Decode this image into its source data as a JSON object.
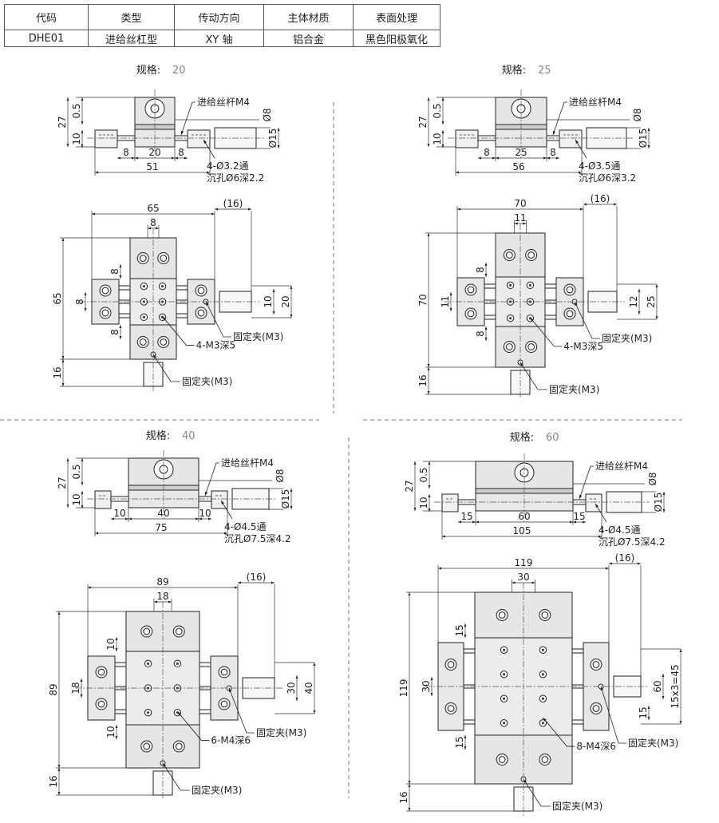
{
  "table": {
    "headers": [
      "代码",
      "类型",
      "传动方向",
      "主体材质",
      "表面处理"
    ],
    "row": [
      "DHE01",
      "进给丝杠型",
      "XY 轴",
      "铝合金",
      "黑色阳极氧化"
    ]
  },
  "spec_label": "规格:",
  "sizes": [
    {
      "size": "20",
      "top": {
        "h_total": "27",
        "h_a": "0.5",
        "h_b": "10",
        "d_shaft": "Ø8",
        "d_knob": "Ø15",
        "l_side": "8",
        "l_mid": "20",
        "l_total": "51",
        "screw": "进给丝杆M4",
        "hole1": "4-Ø3.2通",
        "hole2": "沉孔Ø6深2.2"
      },
      "plan": {
        "width": "65",
        "height": "65",
        "top_pitch": "8",
        "side_pitch": "8",
        "tab_top": "8",
        "tab_bot": "8",
        "knob_ext": "(16)",
        "side_a": "10",
        "side_b": "20",
        "bottom": "16",
        "holes": "4-M3深5",
        "clamp_r": "固定夹(M3)",
        "clamp_b": "固定夹(M3)"
      }
    },
    {
      "size": "25",
      "top": {
        "h_total": "27",
        "h_a": "0.5",
        "h_b": "10",
        "d_shaft": "Ø8",
        "d_knob": "Ø15",
        "l_side": "8",
        "l_mid": "25",
        "l_total": "56",
        "screw": "进给丝杆M4",
        "hole1": "4-Ø3.5通",
        "hole2": "沉孔Ø6深3.2"
      },
      "plan": {
        "width": "70",
        "height": "70",
        "top_pitch": "11",
        "side_pitch": "11",
        "tab_top": "8",
        "tab_bot": "8",
        "knob_ext": "(16)",
        "side_a": "12",
        "side_b": "25",
        "bottom": "16",
        "holes": "4-M3深5",
        "clamp_r": "固定夹(M3)",
        "clamp_b": "固定夹(M3)"
      }
    },
    {
      "size": "40",
      "top": {
        "h_total": "27",
        "h_a": "0.5",
        "h_b": "10",
        "d_shaft": "Ø8",
        "d_knob": "Ø15",
        "l_side": "10",
        "l_mid": "40",
        "l_total": "75",
        "screw": "进给丝杆M4",
        "hole1": "4-Ø4.5通",
        "hole2": "沉孔Ø7.5深4.2"
      },
      "plan": {
        "width": "89",
        "height": "89",
        "top_pitch": "18",
        "side_pitch": "18",
        "tab_top": "10",
        "tab_bot": "10",
        "knob_ext": "(16)",
        "side_a": "30",
        "side_b": "40",
        "bottom": "16",
        "holes": "6-M4深6",
        "clamp_r": "固定夹(M3)",
        "clamp_b": "固定夹(M3)"
      }
    },
    {
      "size": "60",
      "top": {
        "h_total": "27",
        "h_a": "0.5",
        "h_b": "10",
        "d_shaft": "Ø8",
        "d_knob": "Ø15",
        "l_side": "15",
        "l_mid": "60",
        "l_total": "105",
        "screw": "进给丝杆M4",
        "hole1": "4-Ø4.5通",
        "hole2": "沉孔Ø7.5深4.2"
      },
      "plan": {
        "width": "119",
        "height": "119",
        "top_pitch": "30",
        "side_pitch": "30",
        "tab_top": "15",
        "tab_bot": "15",
        "knob_ext": "(16)",
        "side_a": "60",
        "side_b": "15x3=45",
        "side_c": "15",
        "bottom": "16",
        "holes": "8-M4深6",
        "clamp_r": "固定夹(M3)",
        "clamp_b": "固定夹(M3)"
      }
    }
  ]
}
